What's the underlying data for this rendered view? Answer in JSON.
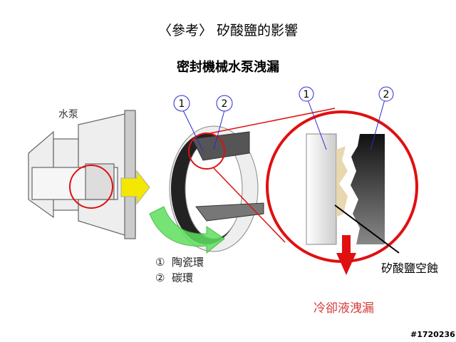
{
  "title": "〈參考〉 矽酸鹽的影響",
  "subtitle": "密封機械水泵洩漏",
  "pump_label": "水泵",
  "callouts": [
    "1",
    "2"
  ],
  "legend": [
    {
      "marker": "①",
      "label": "陶瓷環"
    },
    {
      "marker": "②",
      "label": "碳環"
    }
  ],
  "erosion_label": "矽酸鹽空蝕",
  "leak_label": "冷卻液洩漏",
  "watermark": "#1720236",
  "colors": {
    "red": "#e01010",
    "green": "#5ee05e",
    "yellow": "#f4e800",
    "blue": "#2a2ad0"
  }
}
